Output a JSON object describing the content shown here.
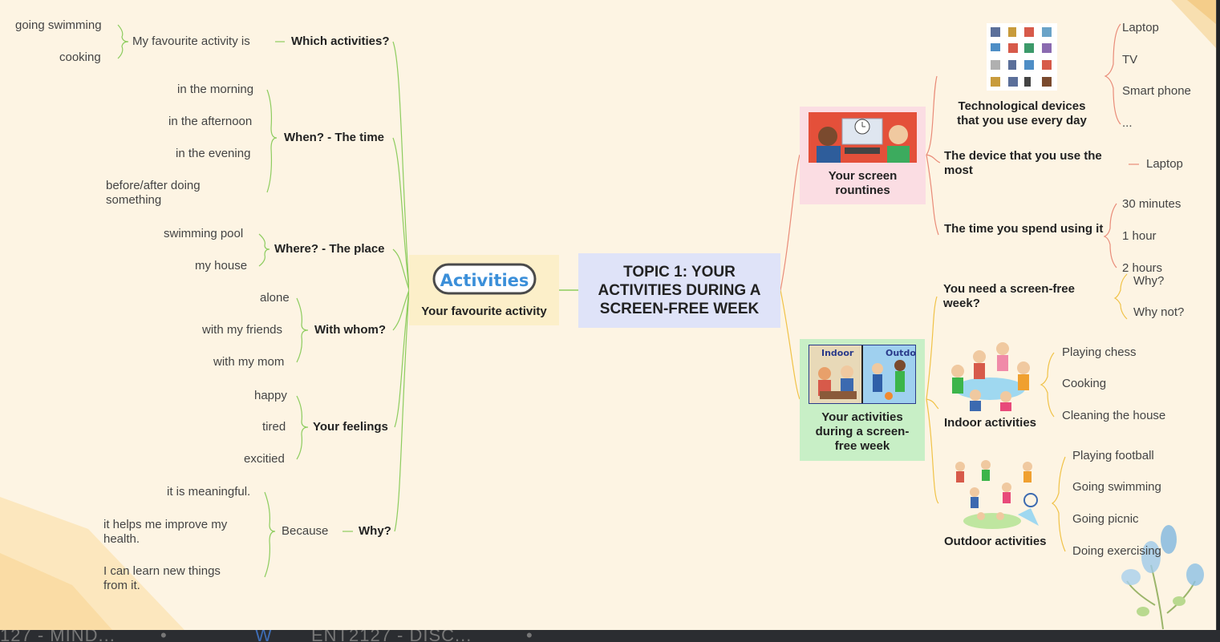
{
  "colors": {
    "green": "#8dcc5e",
    "red": "#e98b78",
    "orange": "#f0c247",
    "bg": "#fdf4e3"
  },
  "central": {
    "title": "TOPIC 1: YOUR ACTIVITIES DURING A SCREEN-FREE WEEK"
  },
  "left": {
    "main": "Your favourite activity",
    "logo_text": "Activities",
    "which": {
      "label": "Which activities?",
      "connector": "My favourite activity is",
      "items": [
        "going swimming",
        "cooking"
      ]
    },
    "when": {
      "label": "When? - The time",
      "items": [
        "in the morning",
        "in the afternoon",
        "in the evening",
        "before/after doing something"
      ]
    },
    "where": {
      "label": "Where? - The place",
      "items": [
        "swimming pool",
        "my house"
      ]
    },
    "whom": {
      "label": "With whom?",
      "items": [
        "alone",
        "with my friends",
        "with my mom"
      ]
    },
    "feelings": {
      "label": "Your feelings",
      "items": [
        "happy",
        "tired",
        "excitied"
      ]
    },
    "why": {
      "label": "Why?",
      "connector": "Because",
      "items": [
        "it is meaningful.",
        "it helps me improve my health.",
        "I can learn new things from it."
      ]
    }
  },
  "right": {
    "screen": {
      "label": "Your screen rountines",
      "devices": {
        "label": "Technological devices that you use every day",
        "items": [
          "Laptop",
          "TV",
          "Smart phone",
          "..."
        ]
      },
      "most": {
        "label": "The device that you use the most",
        "items": [
          "Laptop"
        ]
      },
      "time": {
        "label": "The time you spend using it",
        "items": [
          "30 minutes",
          "1 hour",
          "2 hours"
        ]
      }
    },
    "activities": {
      "label": "Your activities during a screen-free week",
      "indoor_img_labels": [
        "Indoor",
        "Outdoor"
      ],
      "need": {
        "label": "You need a screen-free week?",
        "items": [
          "Why?",
          "Why not?"
        ]
      },
      "indoor": {
        "label": "Indoor activities",
        "items": [
          "Playing chess",
          "Cooking",
          "Cleaning the house"
        ]
      },
      "outdoor": {
        "label": "Outdoor activities",
        "items": [
          "Playing football",
          "Going swimming",
          "Going picnic",
          "Doing exercising"
        ]
      }
    }
  },
  "taskbar": {
    "items": [
      "127 - MIND...",
      "ENT2127 - DISC..."
    ]
  }
}
